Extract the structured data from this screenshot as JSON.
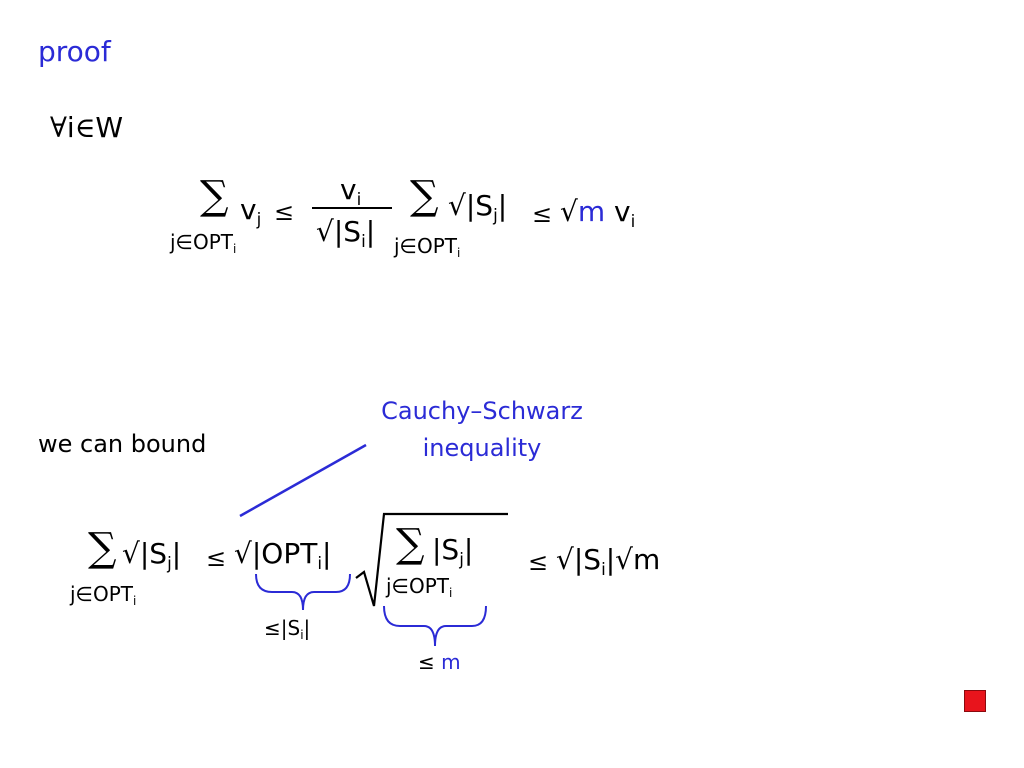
{
  "slide": {
    "title": "proof",
    "condition": {
      "forall": "∀",
      "var": "i",
      "in": "∈",
      "set": "W"
    },
    "eq1": {
      "sigma": "∑",
      "v": "v",
      "j": "j",
      "leq": "≤",
      "frac_num_v": "v",
      "frac_num_i": "i",
      "frac_den": "√|S",
      "frac_den_i": "i",
      "frac_den_bar": "|",
      "sum_under": "j∈OPT",
      "sum_under_i": "i",
      "sigma2": "∑",
      "sqrt_s": "√|S",
      "sqrt_s_j": "j",
      "sqrt_s_bar": "|",
      "sum2_under": "j∈OPT",
      "sum2_under_i": "i",
      "leq2": "≤",
      "sqrt": "√",
      "m": "m",
      "vi_v": "v",
      "vi_i": "i"
    },
    "bound_label": "we can bound",
    "annotation_line1": "Cauchy–Schwarz",
    "annotation_line2": "inequality",
    "eq2": {
      "sigma": "∑",
      "sqrt_s": "√|S",
      "j": "j",
      "bar": "|",
      "leq": "≤",
      "sqrt_opt": "√|OPT",
      "opt_i": "i",
      "opt_bar": "|",
      "under": "j∈OPT",
      "under_i": "i",
      "inner_sigma": "∑",
      "inner_s": "|S",
      "inner_j": "j",
      "inner_bar": "|",
      "inner_under": "j∈OPT",
      "inner_under_i": "i",
      "leq2": "≤",
      "rhs_s": "√|S",
      "rhs_i": "i",
      "rhs_bar_sqrt_m": "|√m"
    },
    "brace1_label_prefix": "≤|S",
    "brace1_label_i": "i",
    "brace1_label_bar": "|",
    "brace2_label_leq": "≤",
    "brace2_label_m": "m",
    "colors": {
      "accent": "#2b2bd6",
      "text": "#000000",
      "stop_square": "#e8141c"
    },
    "icons": [
      "stop-square-icon"
    ]
  }
}
